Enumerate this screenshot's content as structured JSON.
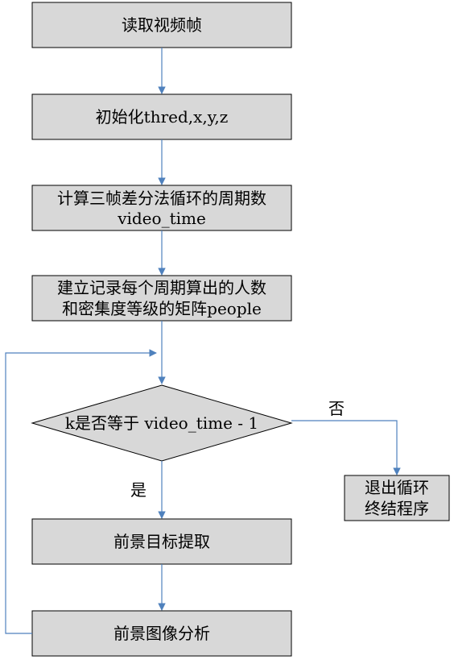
{
  "nodes": {
    "read_frame": {
      "label": "读取视频帧"
    },
    "init_vars": {
      "label": "初始化thred,x,y,z"
    },
    "compute_period": {
      "lines": [
        "计算三帧差分法循环的周期数",
        "video_time"
      ]
    },
    "build_matrix": {
      "lines": [
        "建立记录每个周期算出的人数",
        "和密集度等级的矩阵people"
      ]
    },
    "decision": {
      "label": "k是否等于 video_time - 1"
    },
    "exit_loop": {
      "lines": [
        "退出循环",
        "终结程序"
      ]
    },
    "foreground_extract": {
      "label": "前景目标提取"
    },
    "foreground_analyze": {
      "label": "前景图像分析"
    }
  },
  "edges": {
    "yes_label": "是",
    "no_label": "否"
  },
  "colors": {
    "box_fill": "#d8d8d8",
    "box_stroke": "#000000",
    "arrow": "#4f81bd"
  }
}
